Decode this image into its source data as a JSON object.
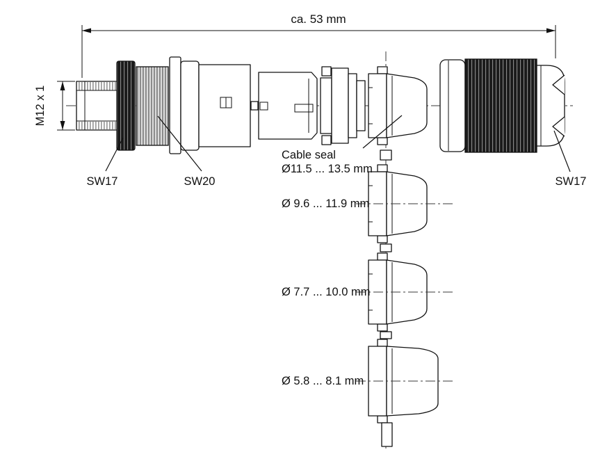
{
  "diagram": {
    "overall_length": "ca. 53 mm",
    "thread": "M12 x 1",
    "wrench_left": "SW17",
    "wrench_middle": "SW20",
    "wrench_right": "SW17",
    "cable_seal_heading": "Cable seal",
    "seal_sizes": [
      "Ø11.5 ... 13.5 mm",
      "Ø 9.6 ... 11.9 mm",
      "Ø 7.7 ... 10.0 mm",
      "Ø 5.8 ... 8.1 mm"
    ]
  },
  "colors": {
    "line": "#111111",
    "knurl_dark": "#1b1b1b",
    "background": "#ffffff"
  }
}
